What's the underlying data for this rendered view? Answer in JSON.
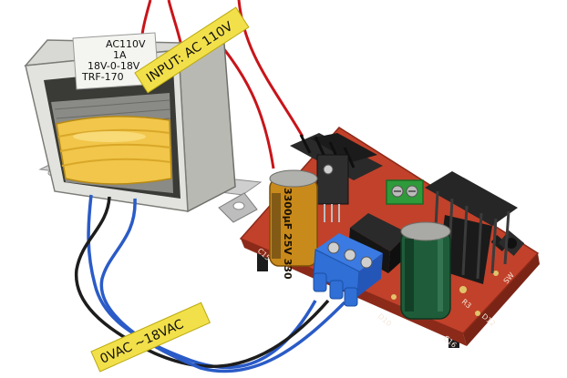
{
  "transformer": {
    "label_lines": [
      "AC110V",
      "1A",
      "18V-0-18V",
      "TRF-170"
    ]
  },
  "tags": {
    "input": "INPUT: AC 110V",
    "output": "0VAC ~18VAC"
  },
  "capacitor": {
    "text": "3300μF 25V 330"
  },
  "board": {
    "marks": [
      "C15",
      "D10",
      "R3",
      "C16",
      "D12",
      "SW"
    ]
  },
  "colors": {
    "pcb": "#c2412a",
    "coil": "#f1c64a",
    "tape": "#f2e04a",
    "wire_red": "#c8141a",
    "wire_blue": "#2a5bc7",
    "terminal_blue": "#2f6fd6",
    "terminal_green": "#2e9a3a"
  }
}
